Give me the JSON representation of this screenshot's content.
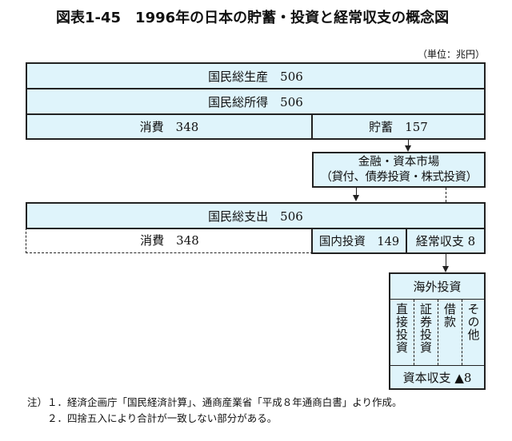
{
  "title": "図表1-45　1996年の日本の貯蓄・投資と経常収支の概念図",
  "unit": "（単位：兆円）",
  "gnp": "国民総生産　506",
  "gni": "国民総所得　506",
  "consumption": "消費　348",
  "savings": "貯蓄　157",
  "financial_market": {
    "line1": "金融・資本市場",
    "line2": "（貸付、債券投資・株式投資）"
  },
  "gne": "国民総支出　506",
  "consumption2": "消費　348",
  "domestic_investment": "国内投資　149",
  "current_account": "経常収支 8",
  "overseas": {
    "header": "海外投資",
    "columns": [
      "直接投資",
      "証券投資",
      "借款",
      "その他"
    ],
    "footer": "資本収支 ▲8"
  },
  "notes": [
    "注）１．経済企画庁「国民経済計算」、通商産業省「平成８年通商白書」より作成。",
    "　　２．四捨五入により合計が一致しない部分がある。"
  ]
}
